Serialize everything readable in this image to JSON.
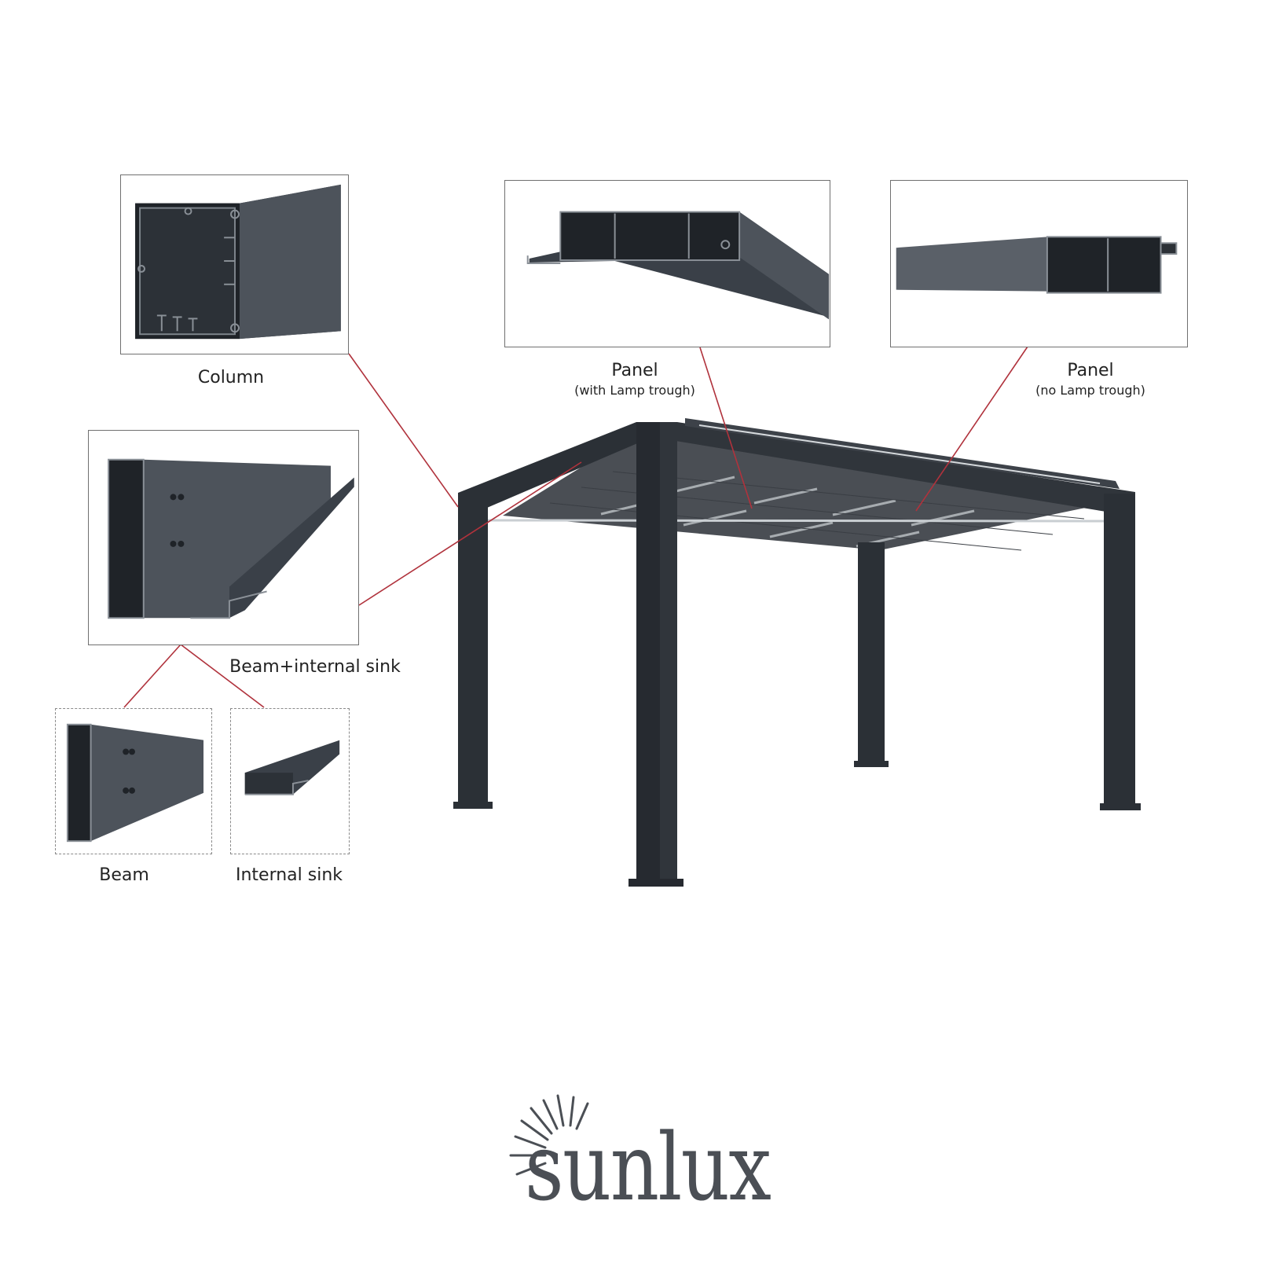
{
  "labels": {
    "column": "Column",
    "panel_lamp": "Panel",
    "panel_lamp_sub": "(with Lamp trough)",
    "panel_nolamp": "Panel",
    "panel_nolamp_sub": "(no Lamp trough)",
    "beam_sink": "Beam+internal sink",
    "beam": "Beam",
    "internal_sink": "Internal sink"
  },
  "brand": {
    "name": "sunlux",
    "color": "#4b4f55"
  },
  "colors": {
    "leader_line": "#b0323c",
    "frame": "#2b3036",
    "profile": "#3a4048"
  }
}
